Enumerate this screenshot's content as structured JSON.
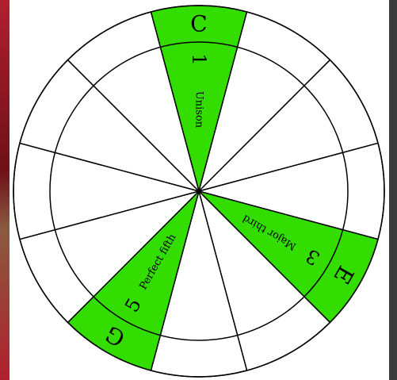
{
  "wheel": {
    "sectors": [
      {
        "note": "C",
        "number": "1",
        "interval": "Unison",
        "highlighted": true
      },
      {
        "note": "",
        "number": "",
        "interval": "",
        "highlighted": false
      },
      {
        "note": "",
        "number": "",
        "interval": "",
        "highlighted": false
      },
      {
        "note": "",
        "number": "",
        "interval": "",
        "highlighted": false
      },
      {
        "note": "E",
        "number": "3",
        "interval": "Major third",
        "highlighted": true
      },
      {
        "note": "",
        "number": "",
        "interval": "",
        "highlighted": false
      },
      {
        "note": "",
        "number": "",
        "interval": "",
        "highlighted": false
      },
      {
        "note": "G",
        "number": "5",
        "interval": "Perfect fifth",
        "highlighted": true
      },
      {
        "note": "",
        "number": "",
        "interval": "",
        "highlighted": false
      },
      {
        "note": "",
        "number": "",
        "interval": "",
        "highlighted": false
      },
      {
        "note": "",
        "number": "",
        "interval": "",
        "highlighted": false
      },
      {
        "note": "",
        "number": "",
        "interval": "",
        "highlighted": false
      }
    ]
  },
  "colors": {
    "highlight": "#33dd00",
    "stroke": "#000000",
    "background": "#ffffff",
    "left_photo": "#b0202e",
    "right_photo": "#3a3a3a"
  }
}
